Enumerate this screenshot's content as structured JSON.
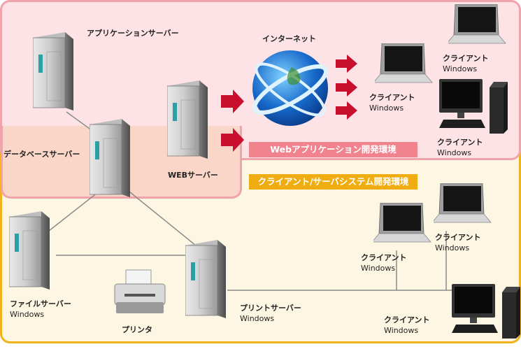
{
  "regions": {
    "web_banner": "Webアプリケーション開発環境",
    "cs_banner": "クライアント/サーバシステム開発環境"
  },
  "nodes": {
    "app_server": "アプリケーションサーバー",
    "internet": "インターネット",
    "db_server": "データベースサーバー",
    "web_server": "WEBサーバー",
    "file_server": "ファイルサーバー",
    "file_server_os": "Windows",
    "printer": "プリンタ",
    "print_server": "プリントサーバー",
    "print_server_os": "Windows",
    "client": "クライアント",
    "client_os": "Windows"
  },
  "colors": {
    "web_region_fill": "#fde3e6",
    "web_region_border": "#f1a3ab",
    "cs_region_fill": "#fdf6e2",
    "cs_region_border": "#f2b21b",
    "arrow": "#c8102e"
  }
}
